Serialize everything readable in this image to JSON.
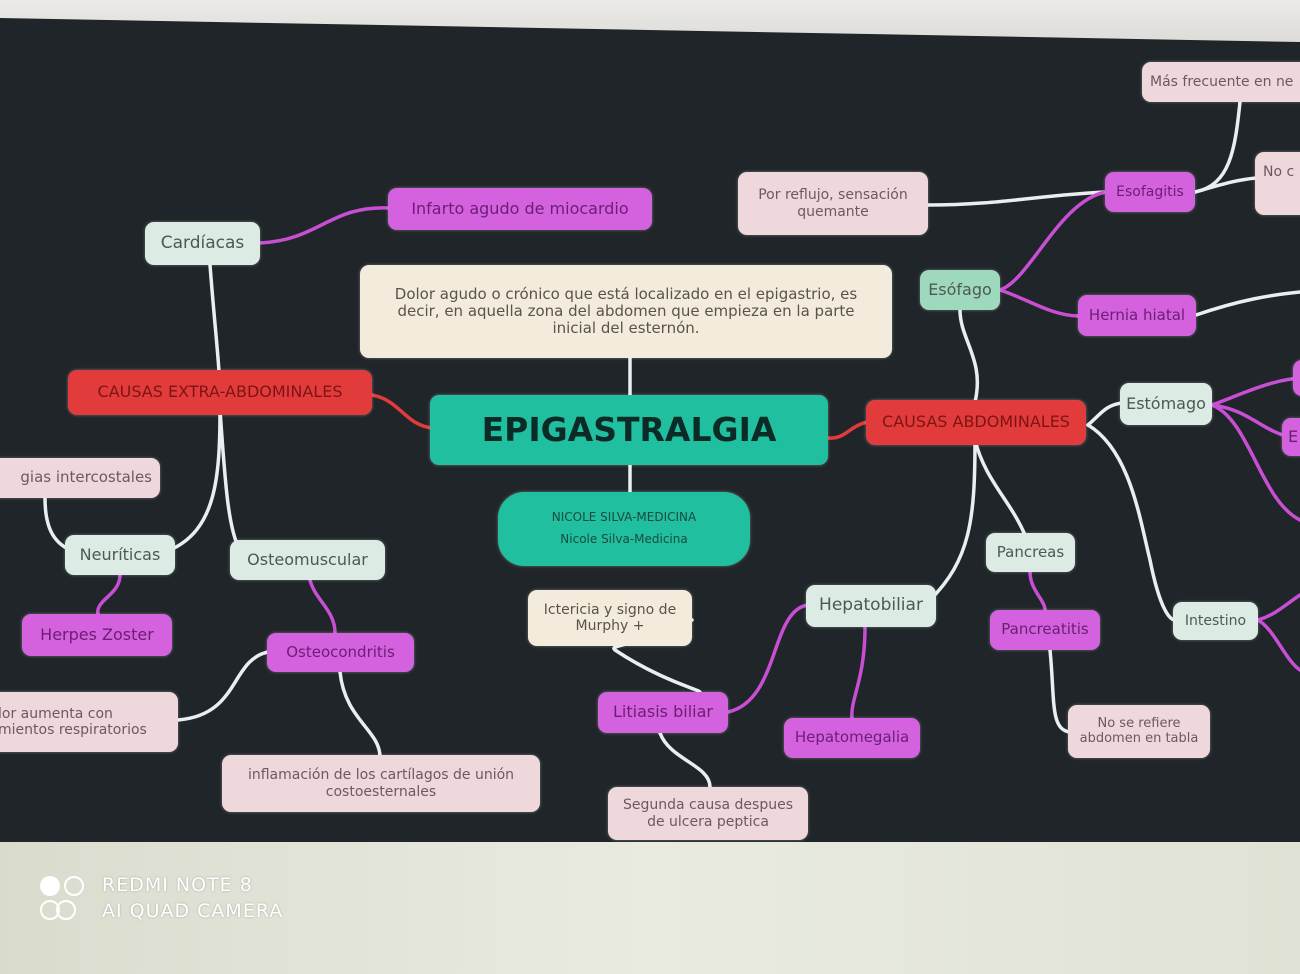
{
  "title": "EPIGASTRALGIA",
  "author": {
    "line1": "NICOLE SILVA-MEDICINA",
    "line2": "Nicole Silva-Medicina"
  },
  "definition": "Dolor agudo o crónico que está localizado en el epigastrio, es decir, en aquella zona del abdomen que empieza en la parte inicial del esternón.",
  "extra_abdominal": {
    "label": "CAUSAS EXTRA-ABDOMINALES",
    "cardiacas": "Cardíacas",
    "infarto": "Infarto agudo de miocardio",
    "neuriticas": "Neuríticas",
    "neuralgias": "gias intercostales",
    "herpes": "Herpes Zoster",
    "osteomuscular": "Osteomuscular",
    "osteocondritis": "Osteocondritis",
    "dolor_resp": "lor aumenta con mientos respiratorios",
    "inflamacion": "inflamación de los cartílagos de unión costoesternales"
  },
  "abdominal": {
    "label": "CAUSAS ABDOMINALES",
    "esofago": "Esófago",
    "esofagitis": "Esofagitis",
    "reflujo": "Por reflujo, sensación quemante",
    "mas_frecuente": "Más frecuente en ne",
    "no_c": "No c",
    "hernia": "Hernia hiatal",
    "estomago": "Estómago",
    "estomago_child": "E",
    "hepatobiliar": "Hepatobiliar",
    "ictericia": "Ictericia y signo de Murphy +",
    "litiasis": "Litiasis biliar",
    "segunda_causa": "Segunda causa despues de ulcera peptica",
    "hepatomegalia": "Hepatomegalia",
    "pancreas": "Pancreas",
    "pancreatitis": "Pancreatitis",
    "no_refiere": "No se refiere abdomen en tabla",
    "intestino": "Intestino"
  },
  "watermark": {
    "line1": "REDMI NOTE 8",
    "line2": "AI QUAD CAMERA"
  },
  "colors": {
    "background": "#1f2528",
    "central": "#1fbf9f",
    "category": "#e23b3c",
    "subcategory": "#dcebe3",
    "disease": "#d462de",
    "note": "#eed8db"
  }
}
